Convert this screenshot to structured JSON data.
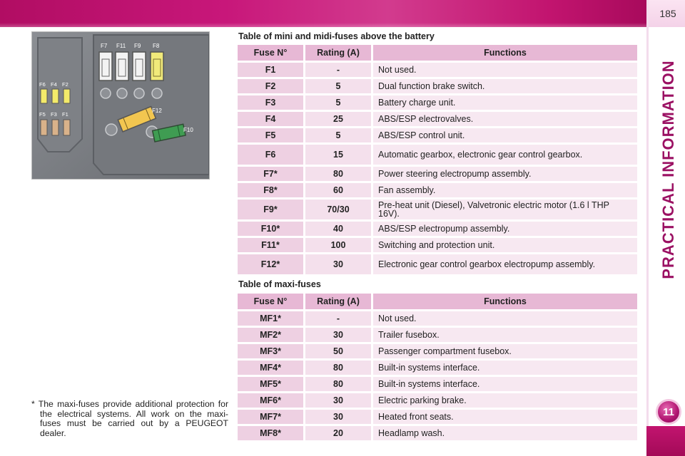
{
  "page_number": "185",
  "chapter": {
    "title": "PRACTICAL INFORMATION",
    "number": "11"
  },
  "colors": {
    "brand_magenta": "#c2146f",
    "header_pink": "#e7b8d5",
    "cell_pink": "#f7e8f1"
  },
  "photo": {
    "fuse_labels": {
      "f7": "F7",
      "f11": "F11",
      "f9": "F9",
      "f8": "F8",
      "f6": "F6",
      "f4": "F4",
      "f2": "F2",
      "f5": "F5",
      "f3": "F3",
      "f1": "F1",
      "f12": "F12",
      "f10": "F10"
    }
  },
  "mini_table": {
    "title": "Table of mini and midi-fuses above the battery",
    "headers": {
      "fuse": "Fuse N°",
      "rating": "Rating (A)",
      "functions": "Functions"
    },
    "rows": [
      {
        "fuse": "F1",
        "rating": "-",
        "function": "Not used."
      },
      {
        "fuse": "F2",
        "rating": "5",
        "function": "Dual function brake switch."
      },
      {
        "fuse": "F3",
        "rating": "5",
        "function": "Battery charge unit."
      },
      {
        "fuse": "F4",
        "rating": "25",
        "function": "ABS/ESP electrovalves."
      },
      {
        "fuse": "F5",
        "rating": "5",
        "function": "ABS/ESP control unit."
      },
      {
        "fuse": "F6",
        "rating": "15",
        "function": "Automatic gearbox, electronic gear control gearbox."
      },
      {
        "fuse": "F7*",
        "rating": "80",
        "function": "Power steering electropump assembly."
      },
      {
        "fuse": "F8*",
        "rating": "60",
        "function": "Fan assembly."
      },
      {
        "fuse": "F9*",
        "rating": "70/30",
        "function": "Pre-heat unit (Diesel), Valvetronic electric motor (1.6 l THP 16V)."
      },
      {
        "fuse": "F10*",
        "rating": "40",
        "function": "ABS/ESP electropump assembly."
      },
      {
        "fuse": "F11*",
        "rating": "100",
        "function": "Switching and protection unit."
      },
      {
        "fuse": "F12*",
        "rating": "30",
        "function": "Electronic gear control gearbox electropump assembly."
      }
    ]
  },
  "maxi_table": {
    "title": "Table of maxi-fuses",
    "headers": {
      "fuse": "Fuse N°",
      "rating": "Rating  (A)",
      "functions": "Functions"
    },
    "rows": [
      {
        "fuse": "MF1*",
        "rating": "-",
        "function": "Not used."
      },
      {
        "fuse": "MF2*",
        "rating": "30",
        "function": "Trailer fusebox."
      },
      {
        "fuse": "MF3*",
        "rating": "50",
        "function": "Passenger compartment fusebox."
      },
      {
        "fuse": "MF4*",
        "rating": "80",
        "function": "Built-in systems interface."
      },
      {
        "fuse": "MF5*",
        "rating": "80",
        "function": "Built-in systems interface."
      },
      {
        "fuse": "MF6*",
        "rating": "30",
        "function": "Electric parking brake."
      },
      {
        "fuse": "MF7*",
        "rating": "30",
        "function": "Heated front seats."
      },
      {
        "fuse": "MF8*",
        "rating": "20",
        "function": "Headlamp wash."
      }
    ]
  },
  "footnote": "* The maxi-fuses provide additional protection for the electrical systems. All work on the maxi-fuses must be carried out by a PEUGEOT dealer."
}
